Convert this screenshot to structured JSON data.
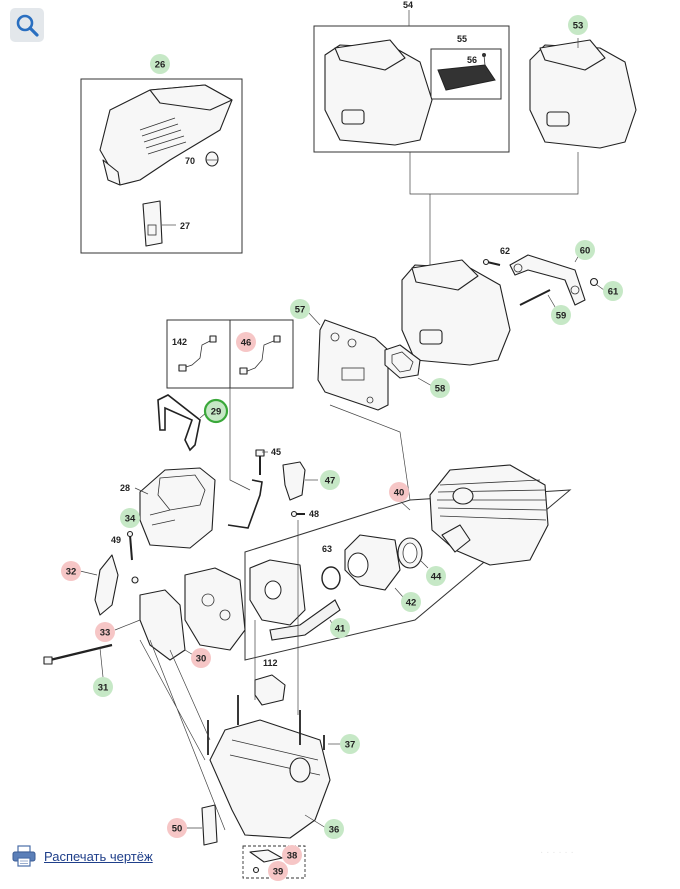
{
  "toolbar": {
    "zoom_icon": "magnifier-icon"
  },
  "footer": {
    "print_label": "Распечать чертёж",
    "print_icon": "printer-icon"
  },
  "colors": {
    "green": "#c6e8c6",
    "red": "#f6c6c6",
    "green_ring": "#3aa83a"
  },
  "callouts": {
    "c26": "26",
    "c70": "70",
    "c27": "27",
    "c54": "54",
    "c55": "55",
    "c56": "56",
    "c53": "53",
    "c62": "62",
    "c60": "60",
    "c61": "61",
    "c59": "59",
    "c57": "57",
    "c58": "58",
    "c142": "142",
    "c46": "46",
    "c29": "29",
    "c28": "28",
    "c45": "45",
    "c47": "47",
    "c48": "48",
    "c34": "34",
    "c49": "49",
    "c32": "32",
    "c33": "33",
    "c30": "30",
    "c31": "31",
    "c40": "40",
    "c63": "63",
    "c44": "44",
    "c42": "42",
    "c41": "41",
    "c112": "112",
    "c37": "37",
    "c50": "50",
    "c36": "36",
    "c38": "38",
    "c39": "39"
  }
}
